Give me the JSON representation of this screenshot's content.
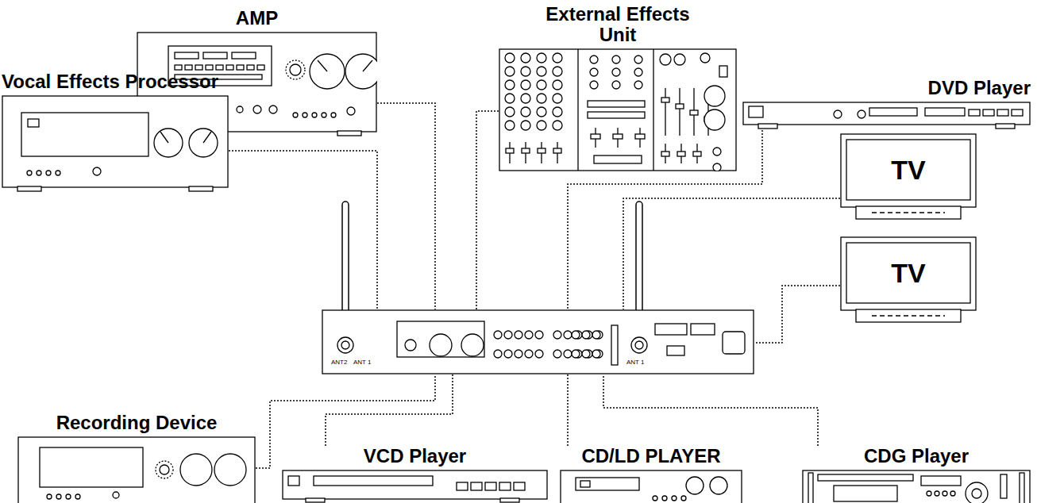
{
  "diagram": {
    "nodes": [
      {
        "text": [
          "AMP"
        ]
      },
      {
        "text": [
          "External Effects Unit"
        ]
      },
      {
        "text": [
          "DVD Player"
        ]
      },
      {
        "text": [
          "TV"
        ]
      },
      {
        "text": [
          "Vocal Effects Processor"
        ]
      },
      {
        "text": [
          "ANT2",
          "ANT 1",
          "ANT 1"
        ]
      },
      {
        "text": [
          "TV"
        ]
      },
      {
        "text": [
          "Recording Device"
        ]
      },
      {
        "text": [
          "VCD Player"
        ]
      },
      {
        "text": [
          "CD/LD PLAYER"
        ]
      },
      {
        "text": [
          "CDG Player"
        ]
      }
    ],
    "edges": [
      {
        "from": 0,
        "to": 5,
        "arrow": "none"
      },
      {
        "from": 1,
        "to": 5,
        "arrow": "none"
      },
      {
        "from": 2,
        "to": 5,
        "arrow": "none"
      },
      {
        "from": 3,
        "to": 5,
        "arrow": "none"
      },
      {
        "from": 4,
        "to": 5,
        "arrow": "none"
      },
      {
        "from": 6,
        "to": 5,
        "arrow": "none"
      },
      {
        "from": 7,
        "to": 5,
        "arrow": "none"
      },
      {
        "from": 8,
        "to": 5,
        "arrow": "none"
      },
      {
        "from": 9,
        "to": 5,
        "arrow": "none"
      },
      {
        "from": 10,
        "to": 5,
        "arrow": "none"
      }
    ]
  }
}
